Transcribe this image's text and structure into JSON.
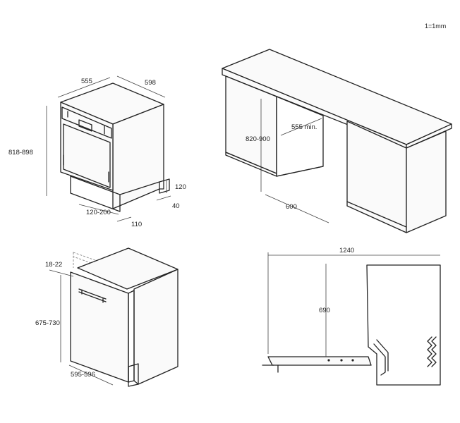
{
  "scale_note": "1=1mm",
  "top_left": {
    "width": "555",
    "depth": "598",
    "height": "818-898",
    "plinth_height": "120",
    "plinth_depth": "40",
    "adjust": "120-200",
    "foot": "110"
  },
  "top_right": {
    "height": "820-900",
    "niche_width": "555 min.",
    "depth": "600"
  },
  "bottom_left": {
    "panel_thickness": "18-22",
    "panel_height": "675-730",
    "panel_width": "595-596"
  },
  "bottom_right": {
    "door_swing": "1240",
    "door_height": "690"
  }
}
